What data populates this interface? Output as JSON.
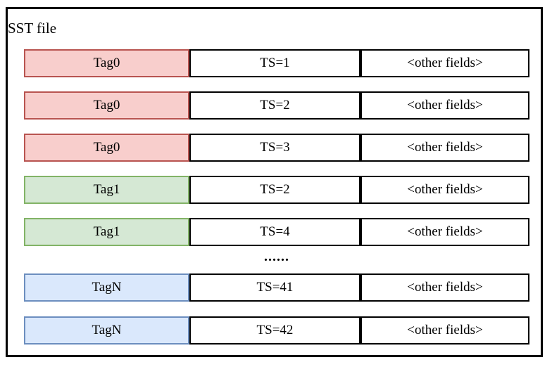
{
  "title": "SST file",
  "separator": "......",
  "colors": {
    "red": {
      "fill": "#F8CECC",
      "stroke": "#B85450"
    },
    "green": {
      "fill": "#D5E8D4",
      "stroke": "#82B366"
    },
    "blue": {
      "fill": "#DAE8FC",
      "stroke": "#6C8EBF"
    },
    "cell_border": "#000000",
    "frame_border": "#000000"
  },
  "rows": [
    {
      "tag": "Tag0",
      "ts": "TS=1",
      "other": "<other fields>",
      "color": "red"
    },
    {
      "tag": "Tag0",
      "ts": "TS=2",
      "other": "<other fields>",
      "color": "red"
    },
    {
      "tag": "Tag0",
      "ts": "TS=3",
      "other": "<other fields>",
      "color": "red"
    },
    {
      "tag": "Tag1",
      "ts": "TS=2",
      "other": "<other fields>",
      "color": "green"
    },
    {
      "tag": "Tag1",
      "ts": "TS=4",
      "other": "<other fields>",
      "color": "green"
    },
    {
      "tag": "TagN",
      "ts": "TS=41",
      "other": "<other fields>",
      "color": "blue"
    },
    {
      "tag": "TagN",
      "ts": "TS=42",
      "other": "<other fields>",
      "color": "blue"
    }
  ]
}
